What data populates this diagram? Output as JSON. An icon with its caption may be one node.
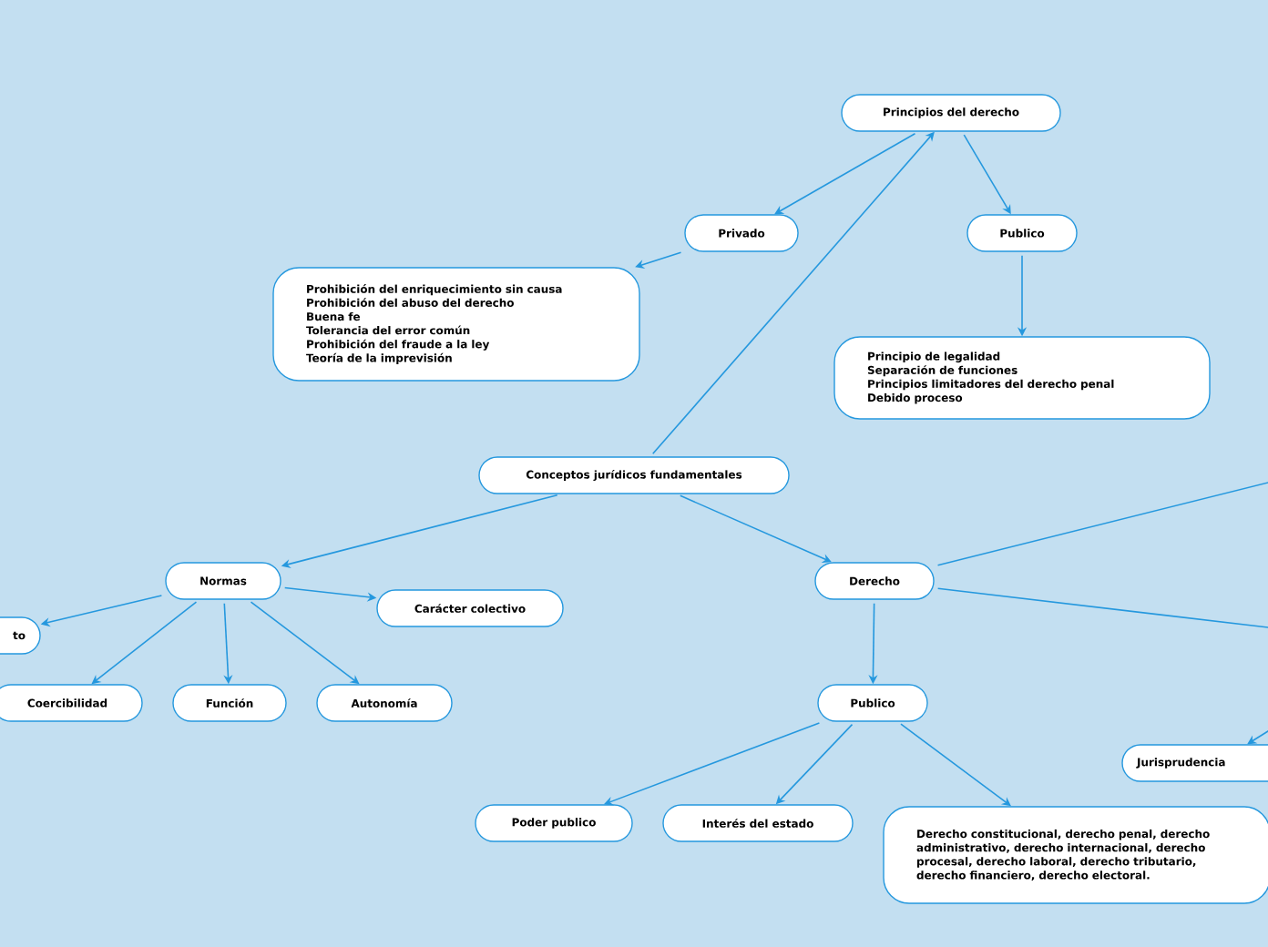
{
  "diagram": {
    "nodes": [
      {
        "text": [
          "Principios del derecho"
        ]
      },
      {
        "text": [
          "Privado"
        ]
      },
      {
        "text": [
          "Publico"
        ]
      },
      {
        "text": [
          "Prohibición del enriquecimiento sin causa",
          "Prohibición del abuso del derecho",
          "Buena fe",
          "Tolerancia del error común",
          "Prohibición del fraude a la ley",
          "Teoría de la imprevisión"
        ]
      },
      {
        "text": [
          "Principio de legalidad",
          "Separación de funciones",
          "Principios limitadores del derecho penal",
          "Debido proceso"
        ]
      },
      {
        "text": [
          "Conceptos jurídicos fundamentales"
        ]
      },
      {
        "text": [
          "Normas"
        ]
      },
      {
        "text": [
          "to"
        ]
      },
      {
        "text": [
          "Carácter colectivo"
        ]
      },
      {
        "text": [
          "Coercibilidad"
        ]
      },
      {
        "text": [
          "Función"
        ]
      },
      {
        "text": [
          "Autonomía"
        ]
      },
      {
        "text": [
          "Derecho"
        ]
      },
      {
        "text": [
          "Publico"
        ]
      },
      {
        "text": [
          "Poder publico"
        ]
      },
      {
        "text": [
          "Interés del estado"
        ]
      },
      {
        "text": [
          "Derecho constitucional, derecho penal, derecho administrativo, derecho internacional, derecho procesal, derecho laboral, derecho tributario, derecho financiero, derecho electoral."
        ]
      },
      {
        "text": [
          "Jurisprudencia"
        ]
      }
    ],
    "edges": [
      {
        "from": 0,
        "to": 1,
        "arrow": "to"
      },
      {
        "from": 0,
        "to": 2,
        "arrow": "to"
      },
      {
        "from": 1,
        "to": 3,
        "arrow": "to"
      },
      {
        "from": 2,
        "to": 4,
        "arrow": "to"
      },
      {
        "from": 5,
        "to": 0,
        "arrow": "to"
      },
      {
        "from": 5,
        "to": 6,
        "arrow": "to"
      },
      {
        "from": 5,
        "to": 12,
        "arrow": "to"
      },
      {
        "from": 6,
        "to": 7,
        "arrow": "to"
      },
      {
        "from": 6,
        "to": 8,
        "arrow": "to"
      },
      {
        "from": 6,
        "to": 9,
        "arrow": "to"
      },
      {
        "from": 6,
        "to": 10,
        "arrow": "to"
      },
      {
        "from": 6,
        "to": 11,
        "arrow": "to"
      },
      {
        "from": 12,
        "to": 13,
        "arrow": "to"
      },
      {
        "from": 13,
        "to": 14,
        "arrow": "to"
      },
      {
        "from": 13,
        "to": 15,
        "arrow": "to"
      },
      {
        "from": 13,
        "to": 16,
        "arrow": "to"
      },
      {
        "from": 12,
        "to": null,
        "arrow": "none"
      },
      {
        "from": 12,
        "to": null,
        "arrow": "none"
      },
      {
        "from": null,
        "to": 17,
        "arrow": "to"
      }
    ]
  }
}
